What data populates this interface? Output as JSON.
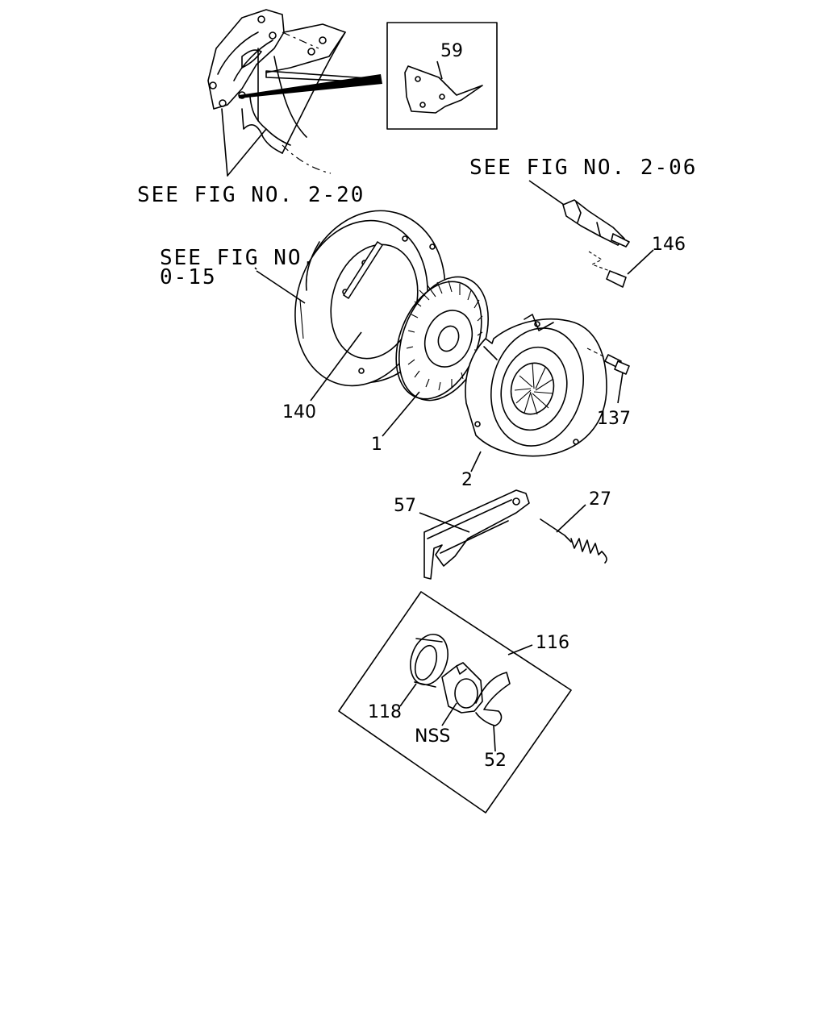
{
  "references": {
    "fig_2_20": "SEE FIG NO. 2-20",
    "fig_2_06": "SEE FIG NO.  2-06",
    "fig_0_15_line1": "SEE FIG NO.",
    "fig_0_15_line2": "0-15"
  },
  "callouts": {
    "p59": "59",
    "p146": "146",
    "p140": "140",
    "p1": "1",
    "p137": "137",
    "p2": "2",
    "p57": "57",
    "p27": "27",
    "p116": "116",
    "p118": "118",
    "nss": "NSS",
    "p52": "52"
  }
}
